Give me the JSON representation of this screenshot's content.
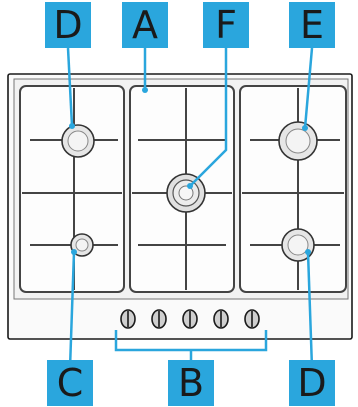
{
  "colors": {
    "label_bg": "#2aa6dd",
    "label_text": "#1a1a1a",
    "line": "#2aa6dd",
    "outline": "#1a1a1a",
    "grate": "#555555",
    "hob_surface": "#f7f7f7",
    "burner_cap": "#e8e8e8",
    "knob": "#cfcfcf"
  },
  "labels": {
    "top": [
      "D",
      "A",
      "F",
      "E"
    ],
    "bottom": [
      "C",
      "B",
      "D"
    ]
  },
  "hob": {
    "burner_count": 5,
    "knob_count": 5
  }
}
